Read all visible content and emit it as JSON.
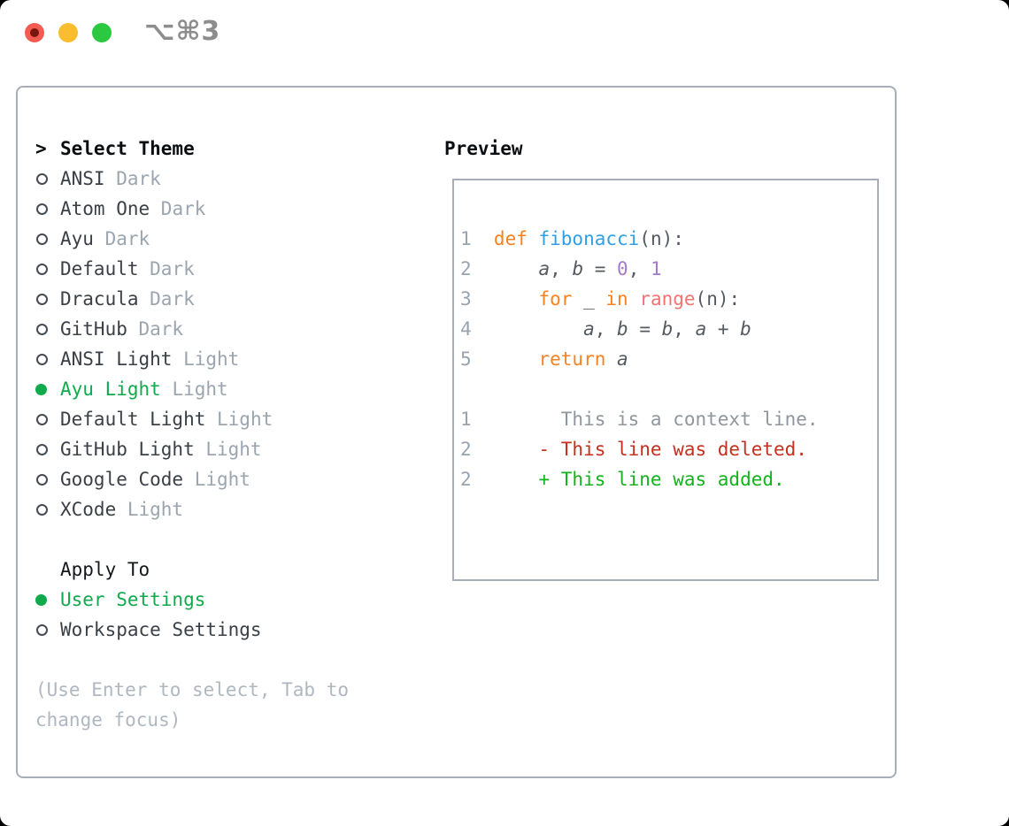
{
  "window": {
    "title": "⌥⌘3"
  },
  "theme_list": {
    "header_marker": ">",
    "header_label": "Select Theme",
    "items": [
      {
        "name": "ANSI",
        "variant": "Dark",
        "selected": false
      },
      {
        "name": "Atom One",
        "variant": "Dark",
        "selected": false
      },
      {
        "name": "Ayu",
        "variant": "Dark",
        "selected": false
      },
      {
        "name": "Default",
        "variant": "Dark",
        "selected": false
      },
      {
        "name": "Dracula",
        "variant": "Dark",
        "selected": false
      },
      {
        "name": "GitHub",
        "variant": "Dark",
        "selected": false
      },
      {
        "name": "ANSI Light",
        "variant": "Light",
        "selected": false
      },
      {
        "name": "Ayu Light",
        "variant": "Light",
        "selected": true
      },
      {
        "name": "Default Light",
        "variant": "Light",
        "selected": false
      },
      {
        "name": "GitHub Light",
        "variant": "Light",
        "selected": false
      },
      {
        "name": "Google Code",
        "variant": "Light",
        "selected": false
      },
      {
        "name": "XCode",
        "variant": "Light",
        "selected": false
      }
    ]
  },
  "apply_to": {
    "label": "Apply To",
    "options": [
      {
        "name": "User Settings",
        "selected": true
      },
      {
        "name": "Workspace Settings",
        "selected": false
      }
    ]
  },
  "help": {
    "line1": "(Use Enter to select, Tab to",
    "line2": "change focus)"
  },
  "preview": {
    "label": "Preview",
    "code_lines": [
      {
        "num": "1",
        "tokens": [
          {
            "c": "kw",
            "t": "def "
          },
          {
            "c": "fn",
            "t": "fibonacci"
          },
          {
            "c": "txt",
            "t": "(n):"
          }
        ]
      },
      {
        "num": "2",
        "tokens": [
          {
            "c": "txt",
            "t": "    "
          },
          {
            "c": "var",
            "t": "a"
          },
          {
            "c": "txt",
            "t": ", "
          },
          {
            "c": "var",
            "t": "b"
          },
          {
            "c": "txt",
            "t": " = "
          },
          {
            "c": "num",
            "t": "0"
          },
          {
            "c": "txt",
            "t": ", "
          },
          {
            "c": "num",
            "t": "1"
          }
        ]
      },
      {
        "num": "3",
        "tokens": [
          {
            "c": "txt",
            "t": "    "
          },
          {
            "c": "kw",
            "t": "for"
          },
          {
            "c": "txt",
            "t": " _ "
          },
          {
            "c": "kw",
            "t": "in"
          },
          {
            "c": "txt",
            "t": " "
          },
          {
            "c": "call",
            "t": "range"
          },
          {
            "c": "txt",
            "t": "(n):"
          }
        ]
      },
      {
        "num": "4",
        "tokens": [
          {
            "c": "txt",
            "t": "        "
          },
          {
            "c": "var",
            "t": "a"
          },
          {
            "c": "txt",
            "t": ", "
          },
          {
            "c": "var",
            "t": "b"
          },
          {
            "c": "txt",
            "t": " = "
          },
          {
            "c": "var",
            "t": "b"
          },
          {
            "c": "txt",
            "t": ", "
          },
          {
            "c": "var",
            "t": "a"
          },
          {
            "c": "txt",
            "t": " + "
          },
          {
            "c": "var",
            "t": "b"
          }
        ]
      },
      {
        "num": "5",
        "tokens": [
          {
            "c": "txt",
            "t": "    "
          },
          {
            "c": "kw",
            "t": "return"
          },
          {
            "c": "txt",
            "t": " "
          },
          {
            "c": "var",
            "t": "a"
          }
        ]
      }
    ],
    "diff_lines": [
      {
        "num": "1",
        "sign": "",
        "kind": "context",
        "text": "This is a context line."
      },
      {
        "num": "2",
        "sign": "-",
        "kind": "deleted",
        "text": "This line was deleted."
      },
      {
        "num": "2",
        "sign": "+",
        "kind": "added",
        "text": "This line was added."
      }
    ]
  },
  "colors": {
    "accent_green": "#10AA4D",
    "keyword_orange": "#F8821F",
    "function_blue": "#2FA0E6",
    "call_coral": "#F37272",
    "number_purple": "#A37ACC",
    "diff_red": "#C5301F",
    "diff_green": "#14B31E",
    "diff_context": "#8F969D",
    "traffic_red": "#F45B52",
    "traffic_yellow": "#F9BD2E",
    "traffic_green": "#2BC840",
    "border_gray": "#A7AEB7",
    "text_dark": "#3A4046",
    "muted_gray": "#9BA5B0",
    "help_gray": "#AFB7C0",
    "line_number_gray": "#99A3AD",
    "code_text": "#555A61",
    "title_gray": "#8D8D8D"
  }
}
